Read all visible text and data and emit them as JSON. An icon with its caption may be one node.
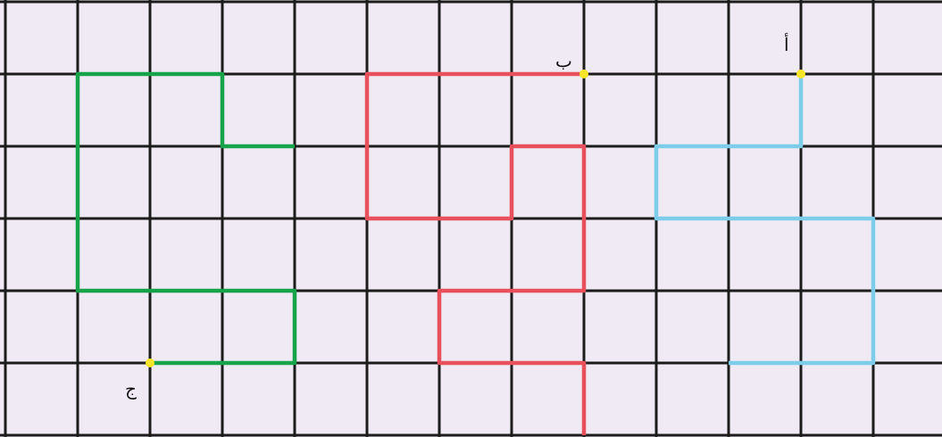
{
  "diagram": {
    "labels": [
      "ب",
      "أ",
      "ج"
    ]
  }
}
